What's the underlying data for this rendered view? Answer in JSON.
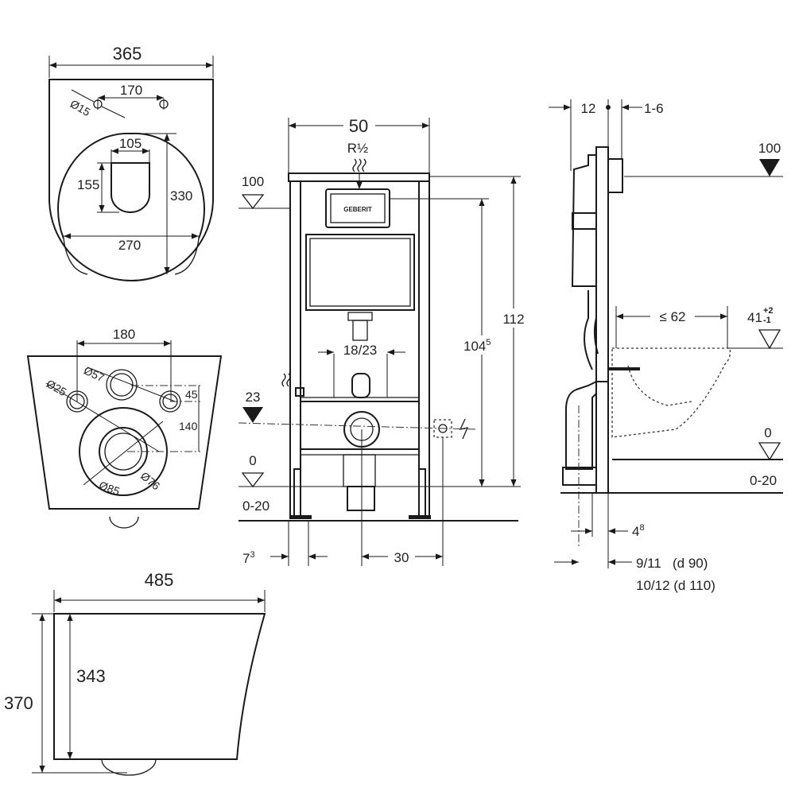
{
  "seat_top_view": {
    "width": "365",
    "hole_spacing": "170",
    "hole_diameter": "Ø15",
    "opening_width": "105",
    "opening_length": "155",
    "bowl_length": "330",
    "bowl_width": "270"
  },
  "rear_view": {
    "connection_spacing": "180",
    "small_diameter": "Ø25",
    "inlet_diameter": "Ø57",
    "offset_45": "45",
    "offset_140": "140",
    "outer_diameter": "Ø85",
    "inner_diameter": "Ø76"
  },
  "side_profile": {
    "length": "485",
    "inner_height": "343",
    "total_height": "370"
  },
  "frame_front": {
    "width": "50",
    "water_inlet": "R½",
    "brand": "GEBERIT",
    "level_100": "100",
    "height_112": "112",
    "height_104": "104",
    "height_104_sup": "5",
    "bolt_spacing": "18/23",
    "level_23": "23",
    "level_0": "0",
    "floor_range": "0-20",
    "offset_7": "7",
    "offset_7_sup": "3",
    "offset_30": "30"
  },
  "frame_side": {
    "depth_12": "12",
    "range_1_6": "1-6",
    "level_100": "100",
    "max_62": "≤ 62",
    "seat_height": "41",
    "tol_plus": "+2",
    "tol_minus": "-1",
    "level_0": "0",
    "floor_range": "0-20",
    "offset_4": "4",
    "offset_4_sup": "8",
    "d90": "9/11   (d 90)",
    "d110": "10/12 (d 110)"
  }
}
